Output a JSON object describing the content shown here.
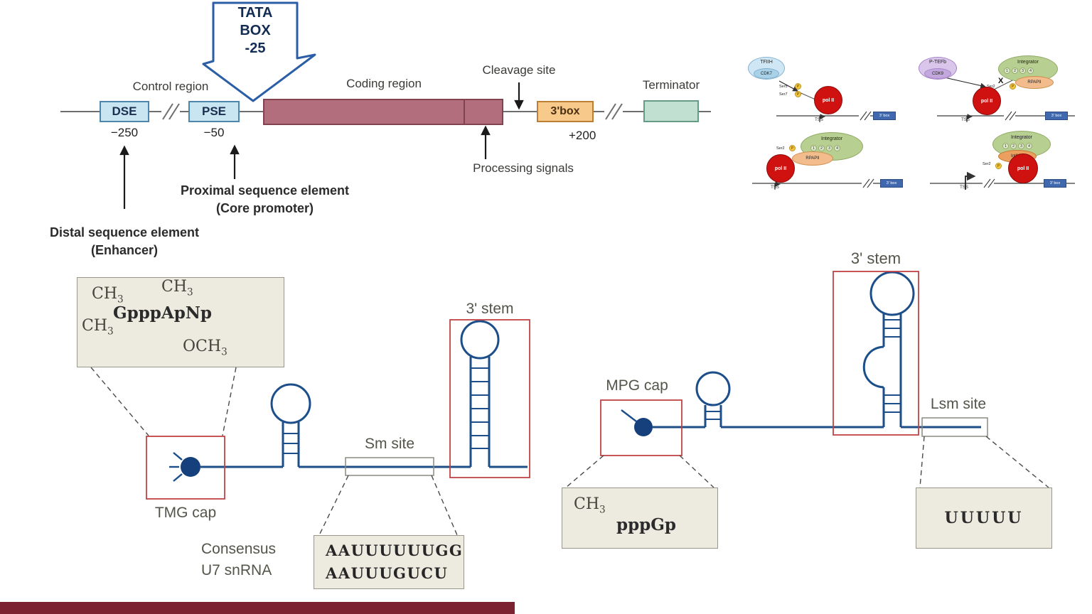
{
  "gene_diagram": {
    "tata": [
      "TATA",
      "BOX",
      "-25"
    ],
    "control_region": "Control region",
    "dse": {
      "label": "DSE",
      "pos": "−250"
    },
    "pse": {
      "label": "PSE",
      "pos": "−50"
    },
    "coding_region": "Coding region",
    "cleavage_site": "Cleavage site",
    "three_box": {
      "label": "3'box",
      "pos": "+200"
    },
    "terminator": "Terminator",
    "processing_signals": "Processing signals",
    "proximal": {
      "line1": "Proximal sequence element",
      "line2": "(Core promoter)"
    },
    "distal": {
      "line1": "Distal sequence element",
      "line2": "(Enhancer)"
    }
  },
  "pol_panel": {
    "tfiih": "TFIIH",
    "cdk7": "CDK7",
    "ptefb": "P-TEFb",
    "cdk9": "CDK9",
    "integrator": "Integrator",
    "rpapii": "RPAPII",
    "int911": "Int9/11",
    "polii": "pol II",
    "tss": "TSS",
    "three_box": "3' box",
    "ser2": "Ser2",
    "ser5": "Ser5",
    "ser7": "Ser7",
    "p": "P",
    "x": "X",
    "nums": [
      "1",
      "2",
      "3",
      "4"
    ]
  },
  "u7": {
    "formula": {
      "ch3": "CH",
      "sub3": "3",
      "core": "GpppApNp",
      "och3": "OCH"
    },
    "tmg_cap": "TMG cap",
    "sm_site": "Sm site",
    "stem": "3' stem",
    "consensus": {
      "line1": "Consensus",
      "line2": "U7 snRNA"
    },
    "seq": [
      "AAUUUUUUGG",
      "AAUUUGUCU"
    ]
  },
  "u_right": {
    "mpg_cap": "MPG cap",
    "stem": "3' stem",
    "lsm_site": "Lsm site",
    "formula": {
      "ch3": "CH",
      "sub3": "3",
      "core": "pppGp"
    },
    "seq": "UUUUU"
  },
  "colors": {
    "rna_line": "#1c4e8a",
    "red_box": "#c14343",
    "coding": "#b26e7c",
    "promoter_blue": "#c9e5f2",
    "three_box_orange": "#f7c98b",
    "terminator_green": "#c2e0d2",
    "pol_ii_red": "#cf1110",
    "bottom_bar": "#7b2130"
  }
}
